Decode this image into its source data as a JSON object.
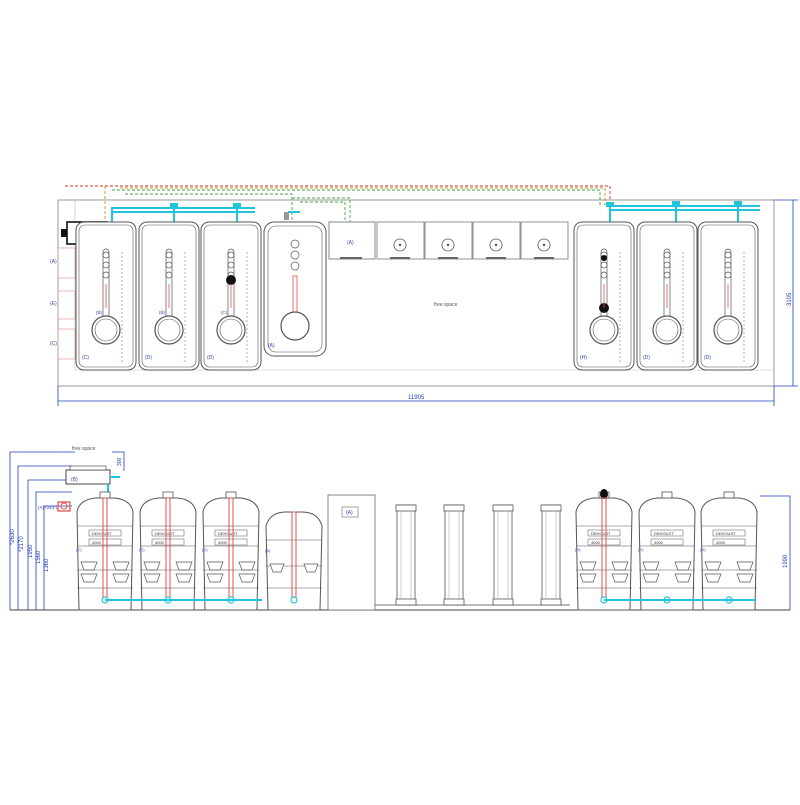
{
  "colors": {
    "outline": "#555555",
    "frame": "#9a9a9a",
    "dimension": "#1f3fbf",
    "pipe_cyan": "#22c4dc",
    "pipe_red": "#e05050",
    "dashed_green": "#3aa83a",
    "dashed_red": "#cc3322",
    "dashed_orange": "#d08a2a",
    "tank_fill": "#ffffff",
    "label": "#3344aa"
  },
  "plan_view": {
    "overall_length": "11905",
    "overall_width": "3105",
    "free_space": "free space",
    "side_labels": [
      "(A)",
      "(E)",
      "(C)"
    ],
    "tanks_left": [
      {
        "bottom_label": "(C)",
        "marker": "(B)"
      },
      {
        "bottom_label": "(D)",
        "marker": "(B)"
      },
      {
        "bottom_label": "(D)",
        "marker": "(C)"
      },
      {
        "bottom_label": "(A)",
        "marker": ""
      }
    ],
    "tanks_right": [
      {
        "bottom_label": "(H)",
        "marker": ""
      },
      {
        "bottom_label": "(D)",
        "marker": ""
      },
      {
        "bottom_label": "(D)",
        "marker": ""
      }
    ],
    "cabinet_label": "(A)",
    "filter_count": 4
  },
  "elevation_view": {
    "free_space": "free space",
    "dim_top": "300",
    "dims_left": [
      "*2630",
      "*2170",
      "1950",
      "1560",
      "1360"
    ],
    "dim_right": "1990",
    "pump_label": "(B)",
    "gauge_label": "(A)+2x(F)",
    "cabinet_label": "(A)",
    "tanks_left": [
      {
        "brand": "DEHOUST",
        "capacity": "4000",
        "code": "(C)"
      },
      {
        "brand": "DEHOUST",
        "capacity": "4000",
        "code": "(D)"
      },
      {
        "brand": "DEHOUST",
        "capacity": "4000",
        "code": "(D)"
      }
    ],
    "small_tank_code": "(A)",
    "tanks_right": [
      {
        "brand": "DEHOUST",
        "capacity": "4000",
        "code": "(H)"
      },
      {
        "brand": "DEHOUST",
        "capacity": "4000",
        "code": "(D)"
      },
      {
        "brand": "DEHOUST",
        "capacity": "4000",
        "code": "(D)"
      }
    ]
  }
}
